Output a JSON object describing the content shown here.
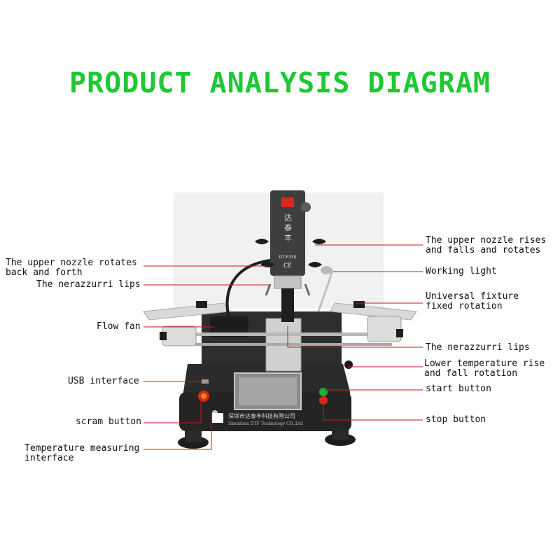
{
  "title": "PRODUCT ANALYSIS DIAGRAM",
  "colors": {
    "title": "#1fc833",
    "leader": "#c8191e",
    "body": "#2b2b2b"
  },
  "device": {
    "model": "DT-F330",
    "brand_chars": "达 泰 丰",
    "ce_mark": "CE",
    "company_cn": "深圳市达泰丰科技有限公司",
    "company_en": "Shenzhen DTF Technology CO.,Ltd"
  },
  "labels": {
    "left": [
      {
        "id": "upper-nozzle-rotates",
        "text": "The upper nozzle rotates\nback and forth"
      },
      {
        "id": "nerazzurri-lips-top",
        "text": "The nerazzurri lips"
      },
      {
        "id": "flow-fan",
        "text": "Flow fan"
      },
      {
        "id": "usb-interface",
        "text": "USB interface"
      },
      {
        "id": "scram-button",
        "text": "scram button"
      },
      {
        "id": "temperature-measuring-interface",
        "text": "Temperature measuring\ninterface"
      }
    ],
    "right": [
      {
        "id": "upper-nozzle-rises",
        "text": "The upper nozzle rises\nand falls and rotates"
      },
      {
        "id": "working-light",
        "text": "Working light"
      },
      {
        "id": "universal-fixture",
        "text": "Universal fixture\nfixed rotation"
      },
      {
        "id": "nerazzurri-lips-bottom",
        "text": "The nerazzurri lips"
      },
      {
        "id": "lower-temperature",
        "text": "Lower temperature rise\nand fall rotation"
      },
      {
        "id": "start-button",
        "text": "start button"
      },
      {
        "id": "stop-button",
        "text": "stop button"
      }
    ]
  }
}
